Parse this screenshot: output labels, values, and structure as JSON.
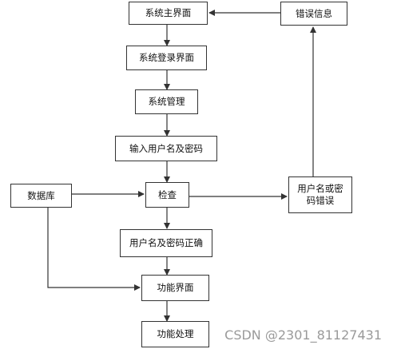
{
  "nodes": {
    "system_main": "系统主界面",
    "error_info": "错误信息",
    "system_login": "系统登录界面",
    "system_manage": "系统管理",
    "input_credentials": "输入用户名及密码",
    "database": "数据库",
    "check": "检查",
    "credentials_error": "用户名或密码错误",
    "credentials_correct": "用户名及密码正确",
    "function_ui": "功能界面",
    "function_process": "功能处理"
  },
  "watermark": "CSDN @2301_81127431",
  "colors": {
    "line": "#333333",
    "box_border": "#333333",
    "text": "#111111",
    "watermark": "#9a9a9a"
  }
}
